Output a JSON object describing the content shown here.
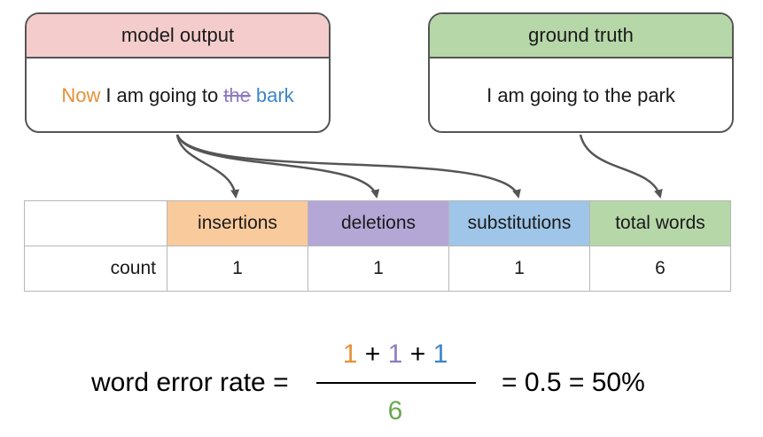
{
  "model_output": {
    "title": "model output",
    "words": [
      {
        "text": "Now",
        "kind": "insertion"
      },
      {
        "text": "I",
        "kind": "normal"
      },
      {
        "text": "am",
        "kind": "normal"
      },
      {
        "text": "going",
        "kind": "normal"
      },
      {
        "text": "to",
        "kind": "normal"
      },
      {
        "text": "the",
        "kind": "deletion"
      },
      {
        "text": "bark",
        "kind": "substitution"
      }
    ]
  },
  "ground_truth": {
    "title": "ground truth",
    "text": "I am going to the park"
  },
  "table": {
    "row_label": "count",
    "headers": [
      "insertions",
      "deletions",
      "substitutions",
      "total words"
    ],
    "counts": [
      "1",
      "1",
      "1",
      "6"
    ]
  },
  "formula": {
    "label": "word error rate =",
    "numerator": [
      "1",
      "+",
      "1",
      "+",
      "1"
    ],
    "denominator": "6",
    "result": "= 0.5 = 50%"
  },
  "colors": {
    "insertion": "#e69138",
    "deletion": "#8e7cc3",
    "substitution": "#3d85c6",
    "total": "#6aa84f",
    "model_header": "#f4cccc",
    "truth_header": "#b6d7a8"
  }
}
